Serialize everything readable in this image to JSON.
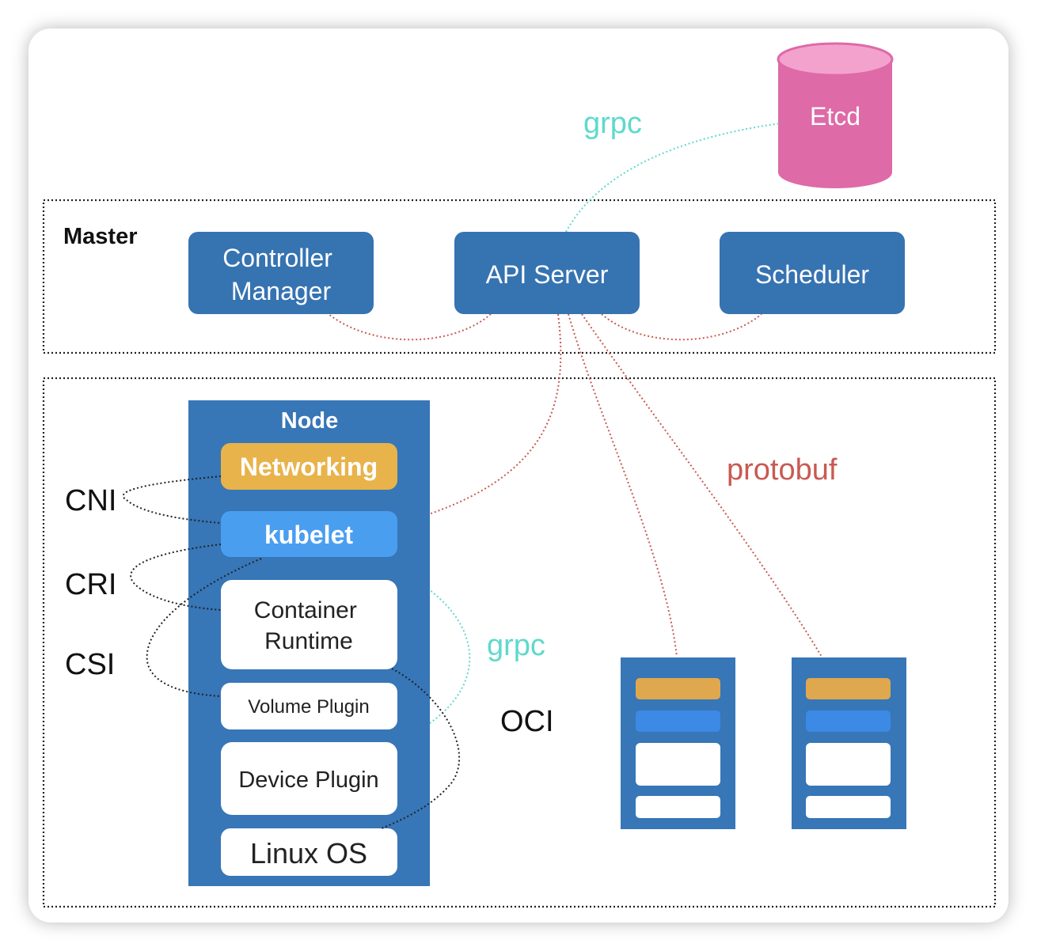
{
  "etcd": {
    "label": "Etcd"
  },
  "edges": {
    "grpc_top": "grpc",
    "grpc_node": "grpc",
    "protobuf": "protobuf"
  },
  "master": {
    "title": "Master",
    "controller_manager": [
      "Controller",
      "Manager"
    ],
    "api_server": "API Server",
    "scheduler": "Scheduler"
  },
  "node": {
    "title": "Node",
    "networking": "Networking",
    "kubelet": "kubelet",
    "container_runtime": [
      "Container",
      "Runtime"
    ],
    "volume_plugin": "Volume Plugin",
    "device_plugin": "Device Plugin",
    "linux_os": "Linux OS"
  },
  "interfaces": {
    "cni": "CNI",
    "cri": "CRI",
    "csi": "CSI",
    "oci": "OCI"
  },
  "colors": {
    "box_blue": "#3673b1",
    "node_blue": "#3776b7",
    "kubelet_blue": "#4a9ef0",
    "networking_orange": "#e8b34a",
    "etcd_pink": "#de6aa7",
    "grpc_teal": "#5fd9cc",
    "protobuf_red": "#c85a52",
    "mini_orange": "#dfa84e",
    "mini_blue": "#3c8ae6"
  }
}
